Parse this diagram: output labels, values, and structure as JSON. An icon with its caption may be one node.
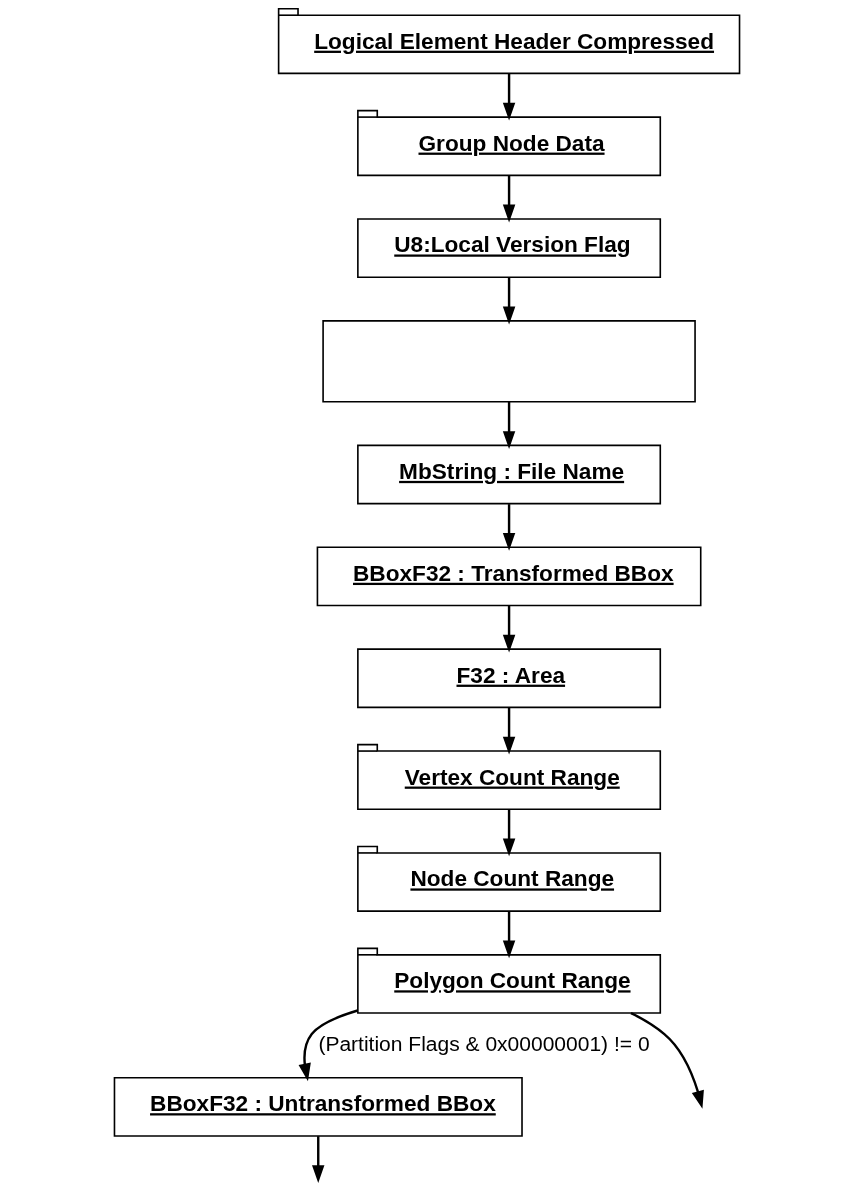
{
  "diagram": {
    "nodes": [
      {
        "text": [
          "Logical Element Header Compressed"
        ]
      },
      {
        "text": [
          "Group Node Data"
        ]
      },
      {
        "text": [
          "U8:Local Version Flag"
        ]
      },
      {
        "text": [],
        "shape": "box"
      },
      {
        "text": [
          "MbString : File Name"
        ]
      },
      {
        "text": [
          "BBoxF32 : Transformed BBox"
        ]
      },
      {
        "text": [
          "F32 : Area"
        ]
      },
      {
        "text": [
          "Vertex Count Range"
        ]
      },
      {
        "text": [
          "Node Count Range"
        ]
      },
      {
        "text": [
          "Polygon Count Range"
        ]
      },
      {
        "text": [
          "BBoxF32 : Untransformed BBox"
        ]
      }
    ],
    "edges": [
      {
        "from": 0,
        "to": 1,
        "arrow": "to"
      },
      {
        "from": 1,
        "to": 2,
        "arrow": "to"
      },
      {
        "from": 2,
        "to": 3,
        "arrow": "to"
      },
      {
        "from": 3,
        "to": 4,
        "arrow": "to"
      },
      {
        "from": 4,
        "to": 5,
        "arrow": "to"
      },
      {
        "from": 5,
        "to": 6,
        "arrow": "to"
      },
      {
        "from": 6,
        "to": 7,
        "arrow": "to"
      },
      {
        "from": 7,
        "to": 8,
        "arrow": "to"
      },
      {
        "from": 8,
        "to": 9,
        "arrow": "to"
      },
      {
        "from": 9,
        "to": 10,
        "arrow": "to",
        "label": "(Partition Flags & 0x00000001) != 0"
      },
      {
        "from": 9,
        "to": null,
        "arrow": "to"
      },
      {
        "from": 10,
        "to": null,
        "arrow": "to"
      }
    ]
  }
}
